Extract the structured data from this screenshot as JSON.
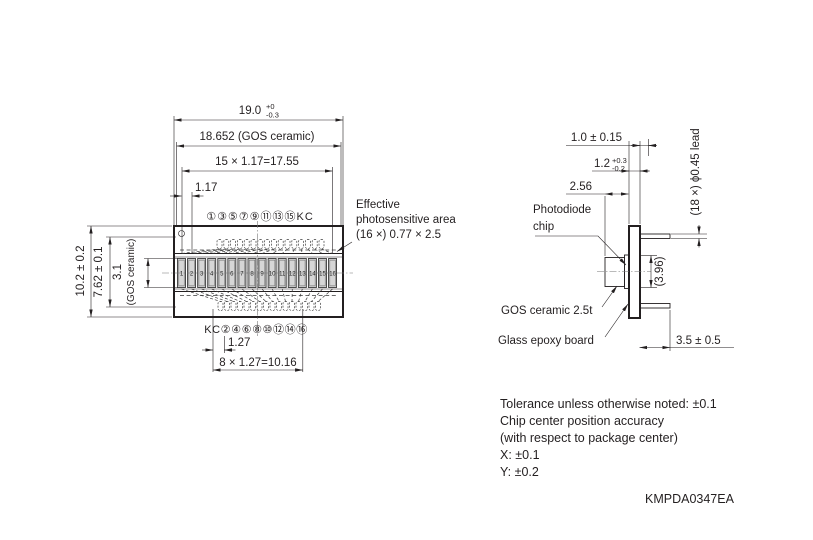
{
  "front_view": {
    "dim_width_total": {
      "value": "19.0",
      "tol_plus": "+0",
      "tol_minus": "-0.3"
    },
    "dim_ceramic_width": "18.652 (GOS ceramic)",
    "dim_pitch_total": "15 × 1.17=17.55",
    "dim_pitch": "1.17",
    "dim_height_total": "10.2 ± 0.2",
    "dim_lead_span": "7.62 ± 0.1",
    "dim_ceramic_height": "3.1",
    "dim_ceramic_height_note": "(GOS ceramic)",
    "top_pins": "①③⑤⑦⑨⑪⑬⑮KC",
    "bottom_pins": "KC②④⑥⑧⑩⑫⑭⑯",
    "dim_bottom_pitch": "1.27",
    "dim_bottom_total": "8 × 1.27=10.16",
    "elements": [
      "1",
      "2",
      "3",
      "4",
      "5",
      "6",
      "7",
      "8",
      "9",
      "10",
      "11",
      "12",
      "13",
      "14",
      "15",
      "16"
    ],
    "annotation": {
      "line1": "Effective",
      "line2": "photosensitive area",
      "line3": "(16 ×) 0.77 × 2.5"
    }
  },
  "side_view": {
    "dim_board_offset": "1.0 ± 0.15",
    "dim_board_thickness": {
      "value": "1.2",
      "tol_plus": "+0.3",
      "tol_minus": "-0.2"
    },
    "dim_stack": "2.56",
    "label_chip_line1": "Photodiode",
    "label_chip_line2": "chip",
    "label_ceramic": "GOS ceramic 2.5t",
    "label_board": "Glass epoxy board",
    "dim_lead": "(18 ×) ϕ0.45 lead",
    "dim_chip_height": "(3.96)",
    "dim_lead_length": "3.5 ± 0.5"
  },
  "notes": {
    "lines": [
      "Tolerance unless otherwise noted: ±0.1",
      "Chip center position accuracy",
      "(with respect to package center)",
      "X: ±0.1",
      "Y: ±0.2"
    ]
  },
  "doc_number": "KMPDA0347EA",
  "colors": {
    "line": "#231f20",
    "element_fill": "#c9c9c9",
    "element_inner": "#d6d6d6",
    "background": "#ffffff"
  }
}
